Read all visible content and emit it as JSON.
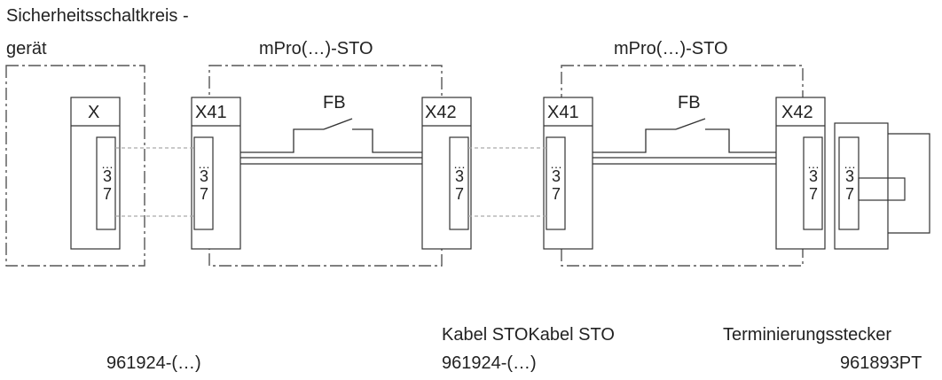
{
  "title": {
    "line1": "Sicherheitsschaltkreis -",
    "line2": "gerät"
  },
  "modules": [
    {
      "name": "mPro(…)-STO"
    },
    {
      "name": "mPro(…)-STO"
    }
  ],
  "connectors": {
    "x": "X",
    "x41_a": "X41",
    "x42_a": "X42",
    "x41_b": "X41",
    "x42_b": "X42"
  },
  "feedback": {
    "label_a": "FB",
    "label_b": "FB"
  },
  "pins": {
    "dots": "…",
    "upper": "3",
    "lower": "7"
  },
  "captions": {
    "cable_1_part": "961924-(…)",
    "cable_2_label": "Kabel STOKabel STO",
    "cable_2_part": "961924-(…)",
    "terminator_label": "Terminierungsstecker",
    "terminator_part": "961893PT"
  },
  "colors": {
    "line": "#333333",
    "dashed": "#555555",
    "dotted": "#aaaaaa",
    "box_fill": "#ffffff"
  }
}
